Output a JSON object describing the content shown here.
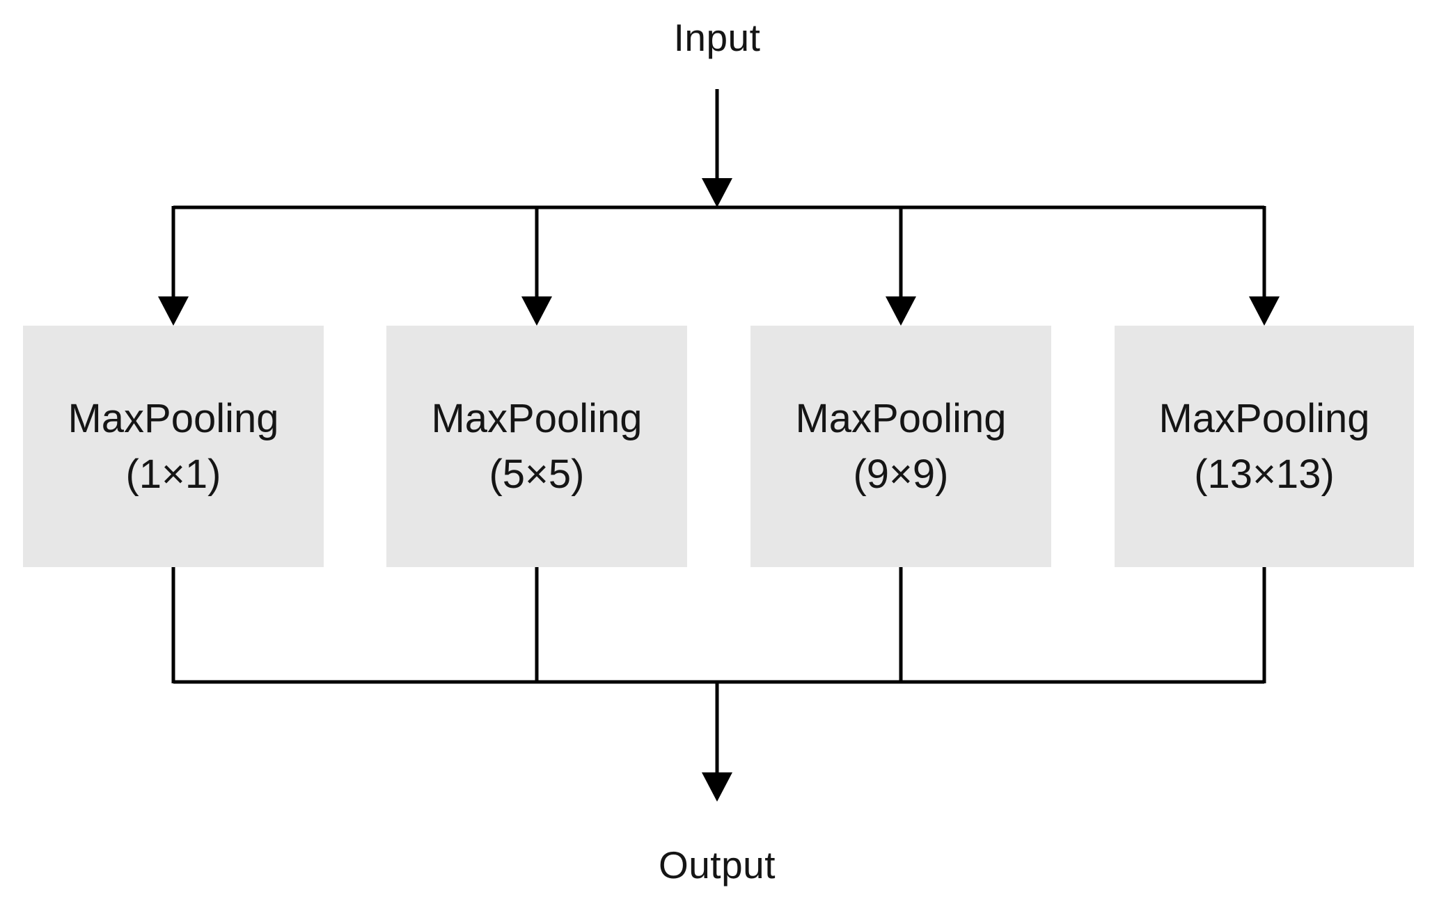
{
  "diagram": {
    "input_label": "Input",
    "output_label": "Output",
    "branches": [
      {
        "op": "MaxPooling",
        "kernel": "(1×1)"
      },
      {
        "op": "MaxPooling",
        "kernel": "(5×5)"
      },
      {
        "op": "MaxPooling",
        "kernel": "(9×9)"
      },
      {
        "op": "MaxPooling",
        "kernel": "(13×13)"
      }
    ],
    "colors": {
      "box_fill": "#e7e7e7",
      "line": "#000000",
      "text": "#151515",
      "background": "#ffffff"
    }
  }
}
